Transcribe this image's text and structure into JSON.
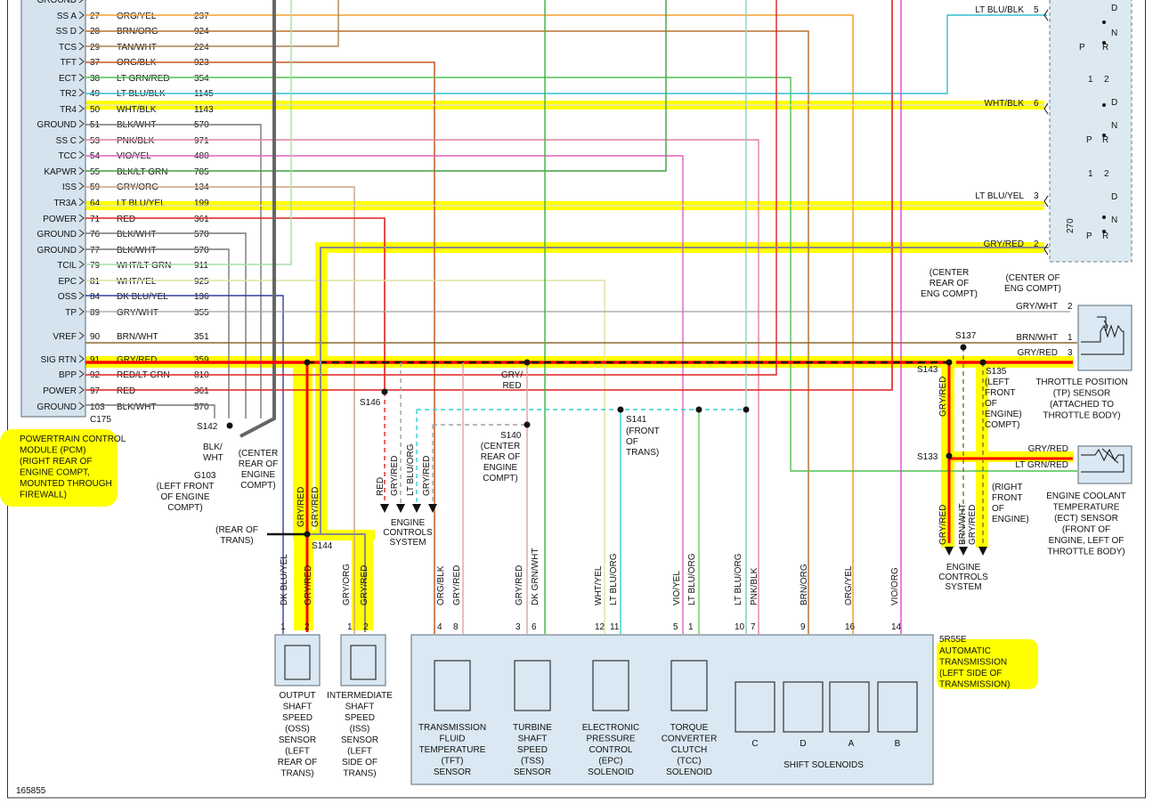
{
  "pcm": {
    "connector": "C175",
    "label_lines": [
      "POWERTRAIN CONTROL",
      "MODULE (PCM)",
      "(RIGHT REAR OF",
      "ENGINE COMPT,",
      "MOUNTED THROUGH",
      "FIREWALL)"
    ],
    "pins": [
      {
        "name": "GROUND",
        "num": "",
        "color": "",
        "circuit": ""
      },
      {
        "name": "SS A",
        "num": "27",
        "color": "ORG/YEL",
        "circuit": "237"
      },
      {
        "name": "SS D",
        "num": "28",
        "color": "BRN/ORG",
        "circuit": "924"
      },
      {
        "name": "TCS",
        "num": "29",
        "color": "TAN/WHT",
        "circuit": "224"
      },
      {
        "name": "TFT",
        "num": "37",
        "color": "ORG/BLK",
        "circuit": "923"
      },
      {
        "name": "ECT",
        "num": "38",
        "color": "LT GRN/RED",
        "circuit": "354"
      },
      {
        "name": "TR2",
        "num": "49",
        "color": "LT BLU/BLK",
        "circuit": "1145"
      },
      {
        "name": "TR4",
        "num": "50",
        "color": "WHT/BLK",
        "circuit": "1143"
      },
      {
        "name": "GROUND",
        "num": "51",
        "color": "BLK/WHT",
        "circuit": "570"
      },
      {
        "name": "SS C",
        "num": "53",
        "color": "PNK/BLK",
        "circuit": "971"
      },
      {
        "name": "TCC",
        "num": "54",
        "color": "VIO/YEL",
        "circuit": "480"
      },
      {
        "name": "KAPWR",
        "num": "55",
        "color": "BLK/LT GRN",
        "circuit": "785"
      },
      {
        "name": "ISS",
        "num": "59",
        "color": "GRY/ORG",
        "circuit": "134"
      },
      {
        "name": "TR3A",
        "num": "64",
        "color": "LT BLU/YEL",
        "circuit": "199"
      },
      {
        "name": "POWER",
        "num": "71",
        "color": "RED",
        "circuit": "361"
      },
      {
        "name": "GROUND",
        "num": "76",
        "color": "BLK/WHT",
        "circuit": "570"
      },
      {
        "name": "GROUND",
        "num": "77",
        "color": "BLK/WHT",
        "circuit": "570"
      },
      {
        "name": "TCIL",
        "num": "79",
        "color": "WHT/LT GRN",
        "circuit": "911"
      },
      {
        "name": "EPC",
        "num": "81",
        "color": "WHT/YEL",
        "circuit": "925"
      },
      {
        "name": "OSS",
        "num": "84",
        "color": "DK BLU/YEL",
        "circuit": "136"
      },
      {
        "name": "TP",
        "num": "89",
        "color": "GRY/WHT",
        "circuit": "355"
      },
      {
        "name": "VREF",
        "num": "90",
        "color": "BRN/WHT",
        "circuit": "351"
      },
      {
        "name": "SIG RTN",
        "num": "91",
        "color": "GRY/RED",
        "circuit": "359"
      },
      {
        "name": "BPP",
        "num": "92",
        "color": "RED/LT GRN",
        "circuit": "810"
      },
      {
        "name": "POWER",
        "num": "97",
        "color": "RED",
        "circuit": "361"
      },
      {
        "name": "GROUND",
        "num": "103",
        "color": "BLK/WHT",
        "circuit": "570"
      }
    ]
  },
  "splices": {
    "s142": "S142",
    "s146": "S146",
    "s140": "S140",
    "s141": "S141",
    "s144": "S144",
    "s137": "S137",
    "s143": "S143",
    "s135": "S135",
    "s133": "S133",
    "g103": "G103"
  },
  "notes": {
    "blk_wht": [
      "BLK/",
      "WHT"
    ],
    "g103_loc": [
      "(LEFT FRONT",
      "OF ENGINE",
      "COMPT)"
    ],
    "center_rear": [
      "(CENTER",
      "REAR OF",
      "ENGINE",
      "COMPT)"
    ],
    "s140_loc": [
      "(CENTER",
      "REAR OF",
      "ENGINE",
      "COMPT)"
    ],
    "s141_loc": [
      "(FRONT",
      "OF",
      "TRANS)"
    ],
    "rear_of_trans": [
      "(REAR OF",
      "TRANS)"
    ],
    "gry_red": [
      "GRY/",
      "RED"
    ],
    "center_rear_eng": [
      "(CENTER",
      "REAR OF",
      "ENG COMPT)"
    ],
    "center_of_eng": [
      "(CENTER OF",
      "ENG COMPT)"
    ],
    "s135_loc": [
      "(LEFT",
      "FRONT",
      "OF",
      "ENGINE)",
      "COMPT)"
    ],
    "s133_loc": [
      "(RIGHT",
      "FRONT",
      "OF",
      "ENGINE)"
    ],
    "ecs1": [
      "ENGINE",
      "CONTROLS",
      "SYSTEM"
    ],
    "ecs2": [
      "ENGINE",
      "CONTROLS",
      "SYSTEM"
    ],
    "figure_id": "165855"
  },
  "tr_sensor": {
    "wires": [
      {
        "color": "LT BLU/BLK",
        "pin": "5"
      },
      {
        "color": "WHT/BLK",
        "pin": "6"
      },
      {
        "color": "LT BLU/YEL",
        "pin": "3"
      },
      {
        "color": "GRY/RED",
        "pin": "2"
      }
    ],
    "sw_labels": [
      "D",
      "N",
      "P",
      "R",
      "1",
      "2",
      "D",
      "N",
      "P",
      "R",
      "1",
      "2",
      "D",
      "N",
      "P",
      "R"
    ],
    "resistor": "270"
  },
  "tp_sensor": {
    "wires": [
      {
        "color": "GRY/WHT",
        "pin": "2"
      },
      {
        "color": "BRN/WHT",
        "pin": "1"
      },
      {
        "color": "GRY/RED",
        "pin": "3"
      }
    ],
    "label": [
      "THROTTLE POSITION",
      "(TP) SENSOR",
      "(ATTACHED TO",
      "THROTTLE BODY)"
    ]
  },
  "ect_sensor": {
    "wires": [
      {
        "color": "GRY/RED"
      },
      {
        "color": "LT GRN/RED"
      }
    ],
    "label": [
      "ENGINE COOLANT",
      "TEMPERATURE",
      "(ECT) SENSOR",
      "(FRONT OF",
      "ENGINE, LEFT OF",
      "THROTTLE BODY)"
    ]
  },
  "ecs_right_wires": [
    "GRY/RED",
    "BRN/WHT",
    "GRY/RED"
  ],
  "ecs_left_wires": [
    "RED",
    "GRY/RED",
    "LT BLU/ORG",
    "GRY/RED"
  ],
  "oss": {
    "wires": [
      {
        "color": "DK BLU/YEL",
        "pin": "1"
      },
      {
        "color": "GRY/RED",
        "pin": "2"
      }
    ],
    "label": [
      "OUTPUT",
      "SHAFT",
      "SPEED",
      "(OSS)",
      "SENSOR",
      "(LEFT",
      "REAR OF",
      "TRANS)"
    ]
  },
  "iss": {
    "wires": [
      {
        "color": "GRY/ORG",
        "pin": "1"
      },
      {
        "color": "GRY/RED",
        "pin": "2"
      }
    ],
    "label": [
      "INTERMEDIATE",
      "SHAFT",
      "SPEED",
      "(ISS)",
      "SENSOR",
      "(LEFT",
      "SIDE OF",
      "TRANS)"
    ]
  },
  "trans": {
    "model": "5R55E",
    "label": [
      "AUTOMATIC",
      "TRANSMISSION",
      "(LEFT SIDE OF",
      "TRANSMISSION)"
    ],
    "wires": [
      {
        "color": "ORG/BLK",
        "pin": "4"
      },
      {
        "color": "GRY/RED",
        "pin": "8"
      },
      {
        "color": "GRY/RED",
        "pin": "3"
      },
      {
        "color": "DK GRN/WHT",
        "pin": "6"
      },
      {
        "color": "WHT/YEL",
        "pin": "12"
      },
      {
        "color": "LT BLU/ORG",
        "pin": "11"
      },
      {
        "color": "VIO/YEL",
        "pin": "5"
      },
      {
        "color": "LT BLU/ORG",
        "pin": "1"
      },
      {
        "color": "LT BLU/ORG",
        "pin": "10"
      },
      {
        "color": "PNK/BLK",
        "pin": "7"
      },
      {
        "color": "BRN/ORG",
        "pin": "9"
      },
      {
        "color": "ORG/YEL",
        "pin": "16"
      },
      {
        "color": "VIO/ORG",
        "pin": "14"
      }
    ],
    "components": [
      {
        "label": [
          "TRANSMISSION",
          "FLUID",
          "TEMPERATURE",
          "(TFT)",
          "SENSOR"
        ]
      },
      {
        "label": [
          "TURBINE",
          "SHAFT",
          "SPEED",
          "(TSS)",
          "SENSOR"
        ]
      },
      {
        "label": [
          "ELECTRONIC",
          "PRESSURE",
          "CONTROL",
          "(EPC)",
          "SOLENOID"
        ]
      },
      {
        "label": [
          "TORQUE",
          "CONVERTER",
          "CLUTCH",
          "(TCC)",
          "SOLENOID"
        ]
      }
    ],
    "solenoids": [
      "C",
      "D",
      "A",
      "B"
    ],
    "solenoids_label": "SHIFT SOLENOIDS"
  }
}
